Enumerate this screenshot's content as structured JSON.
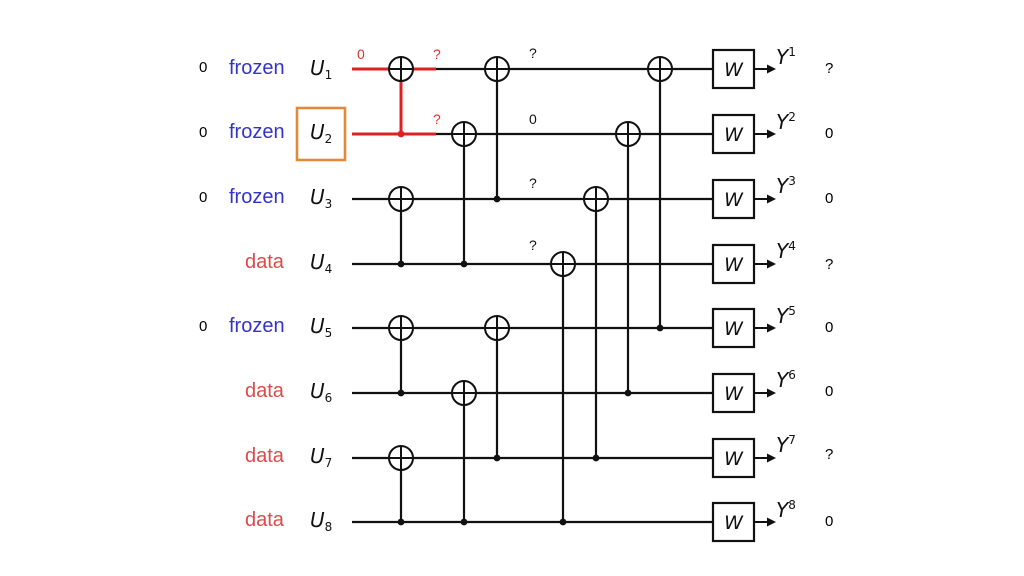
{
  "rows": [
    {
      "input_value": "0",
      "kind": "frozen",
      "u_var": "U",
      "u_sub": "1",
      "y_var": "Y",
      "y_sup": "1",
      "output_value": "?"
    },
    {
      "input_value": "0",
      "kind": "frozen",
      "u_var": "U",
      "u_sub": "2",
      "y_var": "Y",
      "y_sup": "2",
      "output_value": "0"
    },
    {
      "input_value": "0",
      "kind": "frozen",
      "u_var": "U",
      "u_sub": "3",
      "y_var": "Y",
      "y_sup": "3",
      "output_value": "0"
    },
    {
      "input_value": "",
      "kind": "data",
      "u_var": "U",
      "u_sub": "4",
      "y_var": "Y",
      "y_sup": "4",
      "output_value": "?"
    },
    {
      "input_value": "0",
      "kind": "frozen",
      "u_var": "U",
      "u_sub": "5",
      "y_var": "Y",
      "y_sup": "5",
      "output_value": "0"
    },
    {
      "input_value": "",
      "kind": "data",
      "u_var": "U",
      "u_sub": "6",
      "y_var": "Y",
      "y_sup": "6",
      "output_value": "0"
    },
    {
      "input_value": "",
      "kind": "data",
      "u_var": "U",
      "u_sub": "7",
      "y_var": "Y",
      "y_sup": "7",
      "output_value": "?"
    },
    {
      "input_value": "",
      "kind": "data",
      "u_var": "U",
      "u_sub": "8",
      "y_var": "Y",
      "y_sup": "8",
      "output_value": "0"
    }
  ],
  "channel_label": "W",
  "wire_annotations": [
    {
      "id": "r1-in",
      "text": "0",
      "color": "red"
    },
    {
      "id": "r1-after-stage1",
      "text": "?",
      "color": "red"
    },
    {
      "id": "r2-after-stage1",
      "text": "?",
      "color": "red"
    },
    {
      "id": "r1-after-stage2",
      "text": "?",
      "color": "black"
    },
    {
      "id": "r2-after-stage2",
      "text": "0",
      "color": "black"
    },
    {
      "id": "r3-after-stage2",
      "text": "?",
      "color": "black"
    },
    {
      "id": "r4-after-stage2",
      "text": "?",
      "color": "black"
    }
  ],
  "highlight": {
    "row_index": 1,
    "color": "#e08a3c"
  },
  "colors": {
    "frozen": "#3333cc",
    "data": "#e04848",
    "highlight_wire": "#e02020",
    "wire": "#111111"
  }
}
